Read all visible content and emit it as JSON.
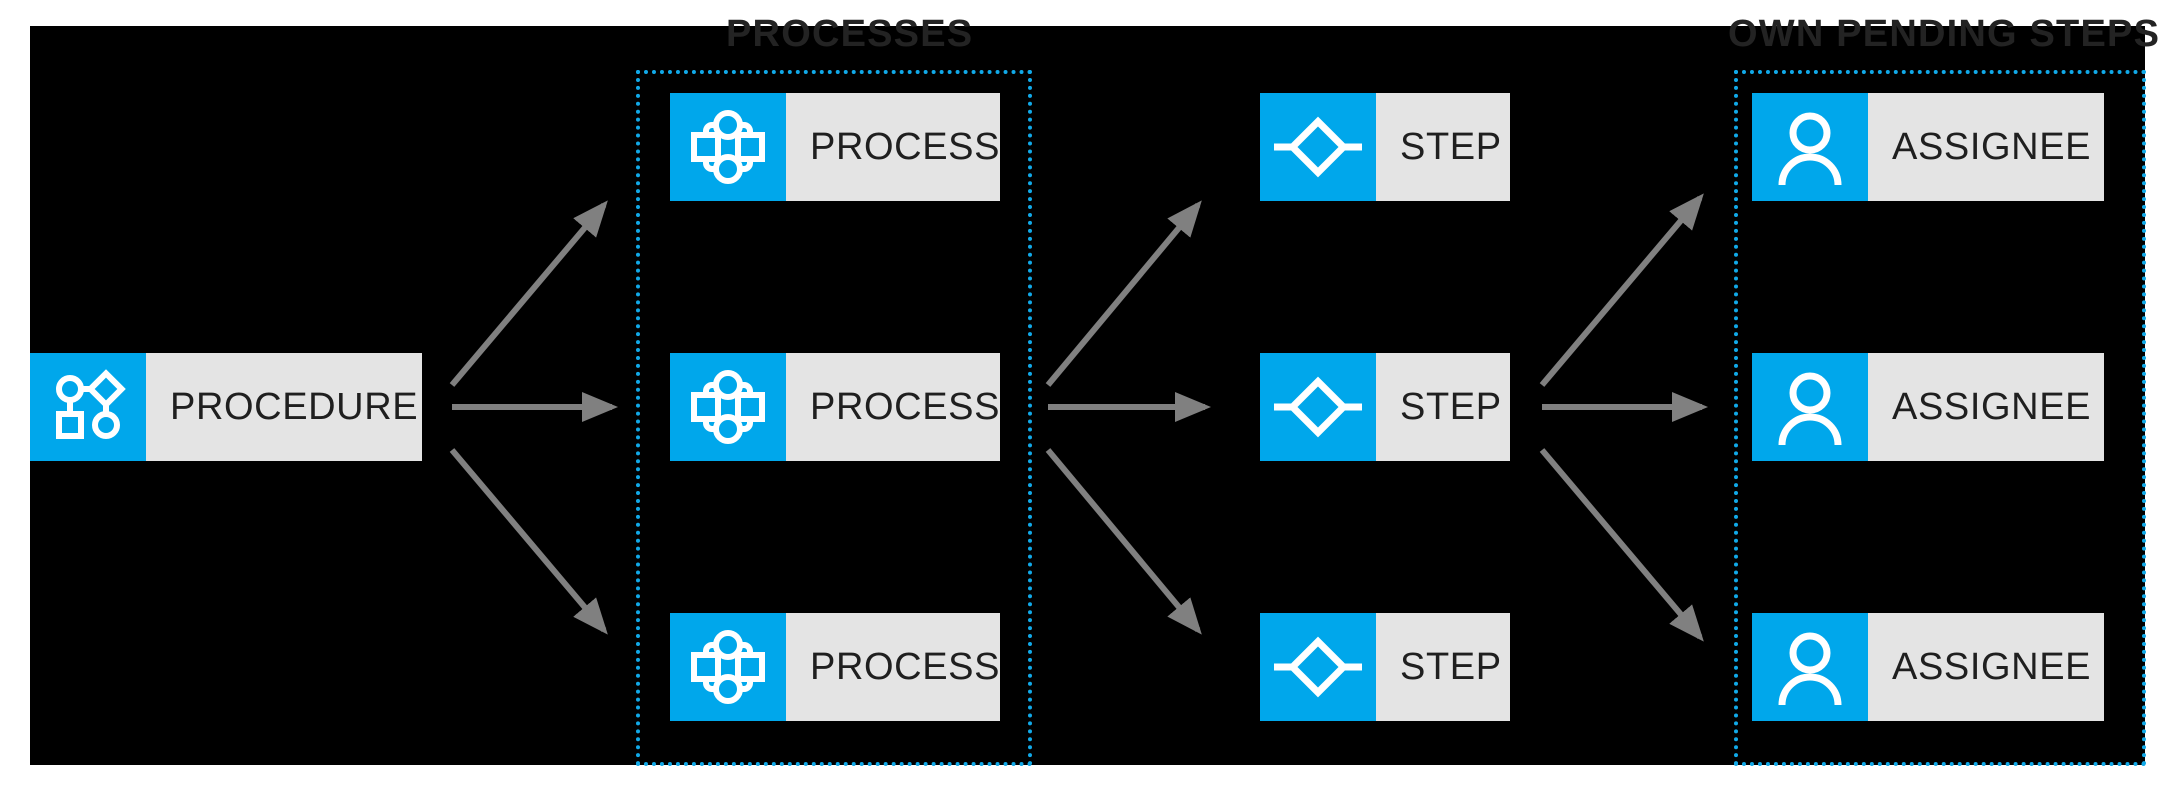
{
  "canvas": {
    "background_color": "#000000",
    "page_background_color": "#ffffff"
  },
  "palette": {
    "accent_blue": "#00a7eb",
    "frame_dotted_blue": "#11a9e8",
    "label_grey": "#e4e4e4",
    "label_text": "#1f1f1f",
    "section_title_color": "#232323",
    "arrow_grey": "#808080",
    "icon_white": "#ffffff"
  },
  "sections": {
    "processes": {
      "title": "PROCESSES"
    },
    "own_pending_steps": {
      "title": "OWN PENDING STEPS"
    }
  },
  "nodes": {
    "procedure": {
      "label": "PROCEDURE",
      "icon": "procedure-flow-icon"
    },
    "processes": [
      {
        "label": "PROCESS",
        "icon": "process-cycle-icon"
      },
      {
        "label": "PROCESS",
        "icon": "process-cycle-icon"
      },
      {
        "label": "PROCESS",
        "icon": "process-cycle-icon"
      }
    ],
    "steps": [
      {
        "label": "STEP",
        "icon": "step-diamond-icon"
      },
      {
        "label": "STEP",
        "icon": "step-diamond-icon"
      },
      {
        "label": "STEP",
        "icon": "step-diamond-icon"
      }
    ],
    "assignees": [
      {
        "label": "ASSIGNEE",
        "icon": "assignee-person-icon"
      },
      {
        "label": "ASSIGNEE",
        "icon": "assignee-person-icon"
      },
      {
        "label": "ASSIGNEE",
        "icon": "assignee-person-icon"
      }
    ]
  },
  "connectors": {
    "style": "solid-line-with-filled-triangle-arrowhead",
    "color": "#808080",
    "groups": [
      {
        "from": "procedure",
        "to": "processes",
        "count": 3,
        "directions": [
          "up-right",
          "right",
          "down-right"
        ]
      },
      {
        "from": "processes",
        "to": "steps",
        "count": 3,
        "directions": [
          "up-right",
          "right",
          "down-right"
        ]
      },
      {
        "from": "steps",
        "to": "assignees",
        "count": 3,
        "directions": [
          "up-right",
          "right",
          "down-right"
        ]
      }
    ]
  }
}
